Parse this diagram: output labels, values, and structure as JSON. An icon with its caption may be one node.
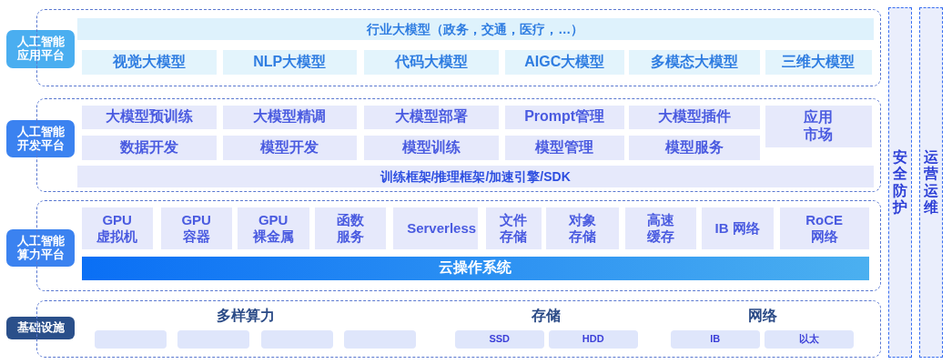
{
  "diagram": {
    "nodes": [
      {
        "text": [
          "人工智能应用平台"
        ]
      },
      {
        "text": [],
        "shape": "box"
      },
      {
        "text": [
          "行业大模型（政务，交通，医疗，…）"
        ],
        "in": 1
      },
      {
        "text": [
          "视觉大模型"
        ],
        "in": 1
      },
      {
        "text": [
          "NLP大模型"
        ],
        "in": 1
      },
      {
        "text": [
          "代码大模型"
        ],
        "in": 1
      },
      {
        "text": [
          "AIGC大模型"
        ],
        "in": 1
      },
      {
        "text": [
          "多模态大模型"
        ],
        "in": 1
      },
      {
        "text": [
          "三维大模型"
        ],
        "in": 1
      },
      {
        "text": [
          "人工智能开发平台"
        ]
      },
      {
        "text": [],
        "shape": "box"
      },
      {
        "text": [
          "大模型预训练"
        ],
        "in": 10
      },
      {
        "text": [
          "大模型精调"
        ],
        "in": 10
      },
      {
        "text": [
          "大模型部署"
        ],
        "in": 10
      },
      {
        "text": [
          "Prompt管理"
        ],
        "in": 10
      },
      {
        "text": [
          "大模型插件"
        ],
        "in": 10
      },
      {
        "text": [
          "应用市场"
        ],
        "in": 10
      },
      {
        "text": [
          "数据开发"
        ],
        "in": 10
      },
      {
        "text": [
          "模型开发"
        ],
        "in": 10
      },
      {
        "text": [
          "模型训练"
        ],
        "in": 10
      },
      {
        "text": [
          "模型管理"
        ],
        "in": 10
      },
      {
        "text": [
          "模型服务"
        ],
        "in": 10
      },
      {
        "text": [
          "训练框架/推理框架/加速引擎/SDK"
        ],
        "in": 10
      },
      {
        "text": [
          "人工智能算力平台"
        ]
      },
      {
        "text": [],
        "shape": "box"
      },
      {
        "text": [
          "GPU 虚拟机"
        ],
        "in": 24
      },
      {
        "text": [
          "GPU 容器"
        ],
        "in": 24
      },
      {
        "text": [
          "GPU 裸金属"
        ],
        "in": 24
      },
      {
        "text": [
          "函数服务"
        ],
        "in": 24
      },
      {
        "text": [
          "Serverless"
        ],
        "in": 24
      },
      {
        "text": [
          "文件存储"
        ],
        "in": 24
      },
      {
        "text": [
          "对象存储"
        ],
        "in": 24
      },
      {
        "text": [
          "高速缓存"
        ],
        "in": 24
      },
      {
        "text": [
          "IB 网络"
        ],
        "in": 24
      },
      {
        "text": [
          "RoCE 网络"
        ],
        "in": 24
      },
      {
        "text": [
          "云操作系统"
        ],
        "in": 24
      },
      {
        "text": [
          "基础设施"
        ]
      },
      {
        "text": [],
        "shape": "box"
      },
      {
        "text": [],
        "shape": "box",
        "in": 37
      },
      {
        "text": [],
        "shape": "box",
        "in": 37
      },
      {
        "text": [],
        "shape": "box",
        "in": 37
      },
      {
        "text": [],
        "shape": "box",
        "in": 37
      },
      {
        "text": [
          "SSD"
        ],
        "in": 37
      },
      {
        "text": [
          "HDD"
        ],
        "in": 37
      },
      {
        "text": [
          "IB"
        ],
        "in": 37
      },
      {
        "text": [
          "以太"
        ],
        "in": 37
      },
      {
        "text": [
          "安全防护"
        ]
      },
      {
        "text": [
          "运营运维"
        ]
      }
    ],
    "labels": [
      "多样算力",
      "存储",
      "网络"
    ]
  }
}
